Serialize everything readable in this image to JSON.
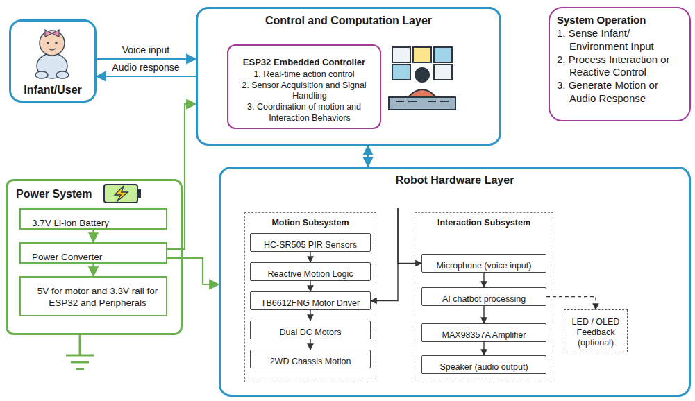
{
  "diagram": {
    "nodes": [
      {
        "text": [
          "Infant/User"
        ]
      },
      {
        "text": [
          "Control and Computation Layer"
        ]
      },
      {
        "text": [
          "ESP32 Embedded Controller",
          "1. Real-time action control",
          "2. Sensor Acquisition and Signal Handling",
          "3. Coordination of motion and Interaction Behaviors"
        ],
        "in": 1
      },
      {
        "text": [
          "System Operation",
          "1. Sense Infant/ Environment Input",
          "2. Process Interaction or Reactive Control",
          "3. Generate Motion or Audio Response"
        ]
      },
      {
        "text": [
          "Power System"
        ]
      },
      {
        "text": [
          "3.7V Li-ion Battery"
        ],
        "in": 4
      },
      {
        "text": [
          "Power Converter"
        ],
        "in": 4
      },
      {
        "text": [
          "5V for motor and 3.3V rail for ESP32 and Peripherals"
        ],
        "in": 4
      },
      {
        "text": [
          "Robot Hardware Layer"
        ]
      },
      {
        "text": [
          "Motion Subsystem"
        ],
        "in": 8
      },
      {
        "text": [
          "HC-SR505 PIR Sensors"
        ],
        "in": 9
      },
      {
        "text": [
          "Reactive Motion Logic"
        ],
        "in": 9
      },
      {
        "text": [
          "TB6612FNG Motor Driver"
        ],
        "in": 9
      },
      {
        "text": [
          "Dual DC Motors"
        ],
        "in": 9
      },
      {
        "text": [
          "2WD Chassis Motion"
        ],
        "in": 9
      },
      {
        "text": [
          "Interaction Subsystem"
        ],
        "in": 8
      },
      {
        "text": [
          "Microphone (voice input)"
        ],
        "in": 15
      },
      {
        "text": [
          "AI chatbot processing"
        ],
        "in": 15
      },
      {
        "text": [
          "MAX98357A Amplifier"
        ],
        "in": 15
      },
      {
        "text": [
          "Speaker (audio output)"
        ],
        "in": 15
      },
      {
        "text": [
          "LED / OLED Feedback (optional)"
        ],
        "in": 8
      }
    ],
    "edges": [
      {
        "from": 0,
        "to": 1,
        "label": "Voice input",
        "arrow": "to"
      },
      {
        "from": 1,
        "to": 0,
        "label": "Audio response",
        "arrow": "to"
      },
      {
        "from": 1,
        "to": 8,
        "arrow": "both"
      },
      {
        "from": 5,
        "to": 6,
        "arrow": "to"
      },
      {
        "from": 6,
        "to": 7,
        "arrow": "to"
      },
      {
        "from": 6,
        "to": 1,
        "arrow": "to"
      },
      {
        "from": 6,
        "to": 8,
        "arrow": "to"
      },
      {
        "from": 10,
        "to": 11,
        "arrow": "to"
      },
      {
        "from": 11,
        "to": 12,
        "arrow": "to"
      },
      {
        "from": 12,
        "to": 13,
        "arrow": "to"
      },
      {
        "from": 13,
        "to": 14,
        "arrow": "to"
      },
      {
        "from": 8,
        "to": 16,
        "arrow": "to"
      },
      {
        "from": 8,
        "to": 12,
        "arrow": "to"
      },
      {
        "from": 16,
        "to": 17,
        "arrow": "to"
      },
      {
        "from": 17,
        "to": 18,
        "arrow": "to"
      },
      {
        "from": 18,
        "to": 19,
        "arrow": "to"
      },
      {
        "from": 17,
        "to": 20,
        "arrow": "to"
      }
    ]
  }
}
